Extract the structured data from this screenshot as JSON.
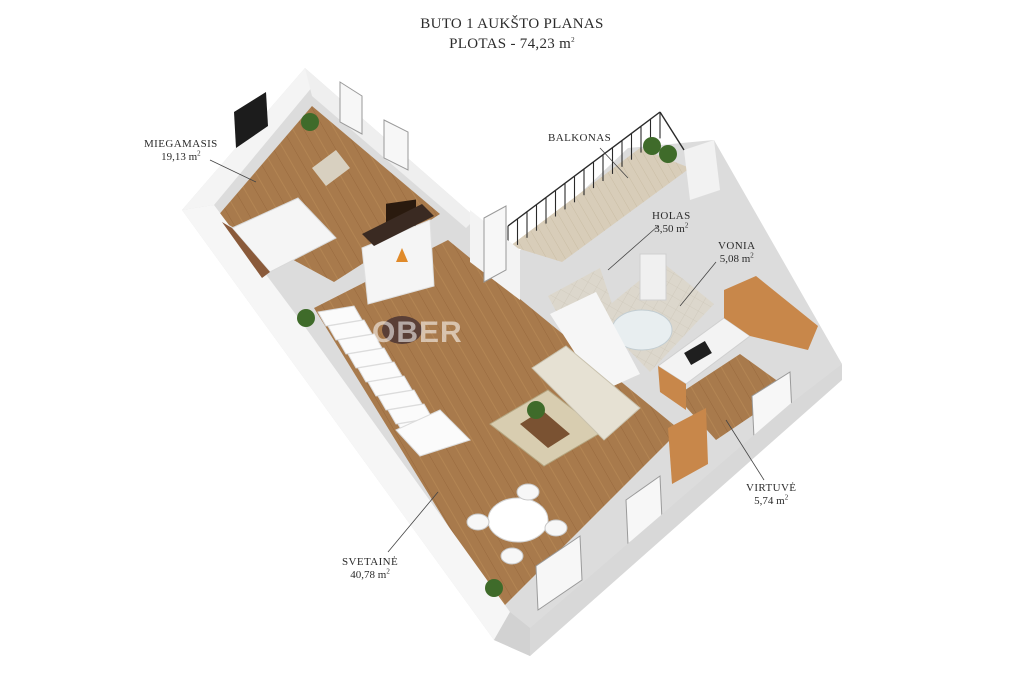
{
  "title": {
    "line1": "BUTO 1 AUKŠTO PLANAS",
    "line2_prefix": "PLOTAS - 74,23 m",
    "line2_sup": "2"
  },
  "rooms": [
    {
      "id": "miegamasis",
      "name": "MIEGAMASIS",
      "area": "19,13 m",
      "sup": "2"
    },
    {
      "id": "balkonas",
      "name": "BALKONAS",
      "area": "",
      "sup": ""
    },
    {
      "id": "holas",
      "name": "HOLAS",
      "area": "3,50 m",
      "sup": "2"
    },
    {
      "id": "vonia",
      "name": "VONIA",
      "area": "5,08 m",
      "sup": "2"
    },
    {
      "id": "virtuve",
      "name": "VIRTUVĖ",
      "area": "5,74 m",
      "sup": "2"
    },
    {
      "id": "svetaine",
      "name": "SVETAINĖ",
      "area": "40,78 m",
      "sup": "2"
    }
  ],
  "watermark": "OBER",
  "colors": {
    "floor_wood": "#a87a4c",
    "floor_wood_dark": "#8f6538",
    "wall_white": "#f4f4f4",
    "wall_shadow": "#d6d6d6",
    "tile_light": "#dcd7cc",
    "cabinet_wood": "#c8874a",
    "sofa": "#e6e1d3",
    "plant": "#3f6b2a",
    "text": "#2b2b2b"
  }
}
